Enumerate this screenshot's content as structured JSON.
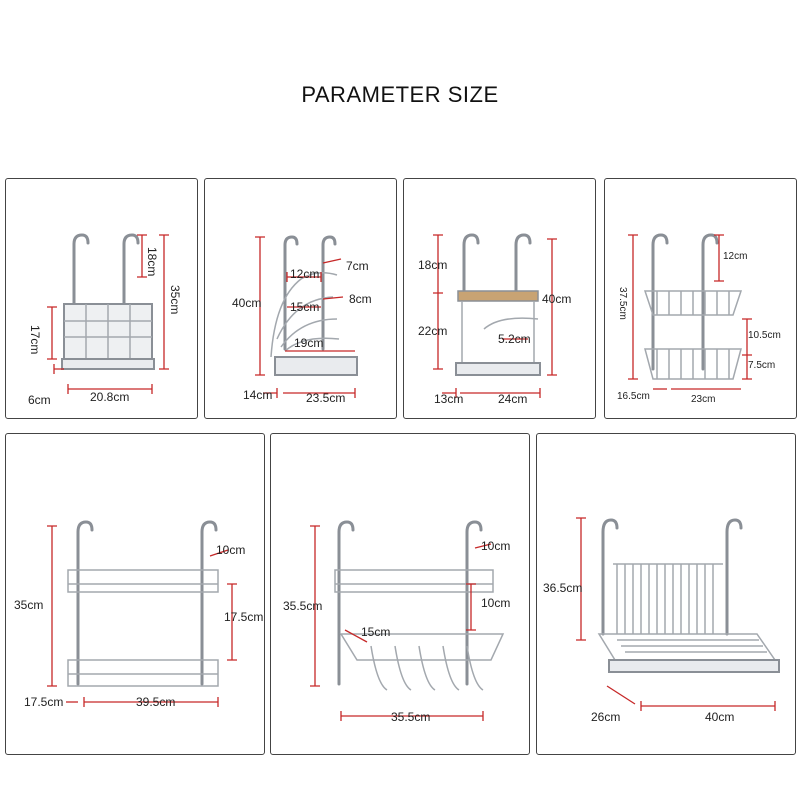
{
  "page": {
    "title": "PARAMETER SIZE"
  },
  "panels": [
    {
      "id": "utensil-holder",
      "labels": [
        "18cm",
        "35cm",
        "17cm",
        "6cm",
        "20.8cm"
      ]
    },
    {
      "id": "lid-rack",
      "labels": [
        "7cm",
        "12cm",
        "15cm",
        "8cm",
        "40cm",
        "19cm",
        "14cm",
        "23.5cm"
      ]
    },
    {
      "id": "knife-board-rack",
      "labels": [
        "18cm",
        "22cm",
        "40cm",
        "5.2cm",
        "13cm",
        "24cm"
      ]
    },
    {
      "id": "two-basket-rack",
      "labels": [
        "12cm",
        "37.5cm",
        "10.5cm",
        "7.5cm",
        "16.5cm",
        "23cm"
      ]
    },
    {
      "id": "two-shelf-rack",
      "labels": [
        "10cm",
        "35cm",
        "17.5cm",
        "17.5cm",
        "39.5cm"
      ]
    },
    {
      "id": "shelf-with-holder",
      "labels": [
        "10cm",
        "35.5cm",
        "10cm",
        "15cm",
        "35.5cm"
      ]
    },
    {
      "id": "dish-drainer",
      "labels": [
        "36.5cm",
        "26cm",
        "40cm"
      ]
    }
  ]
}
